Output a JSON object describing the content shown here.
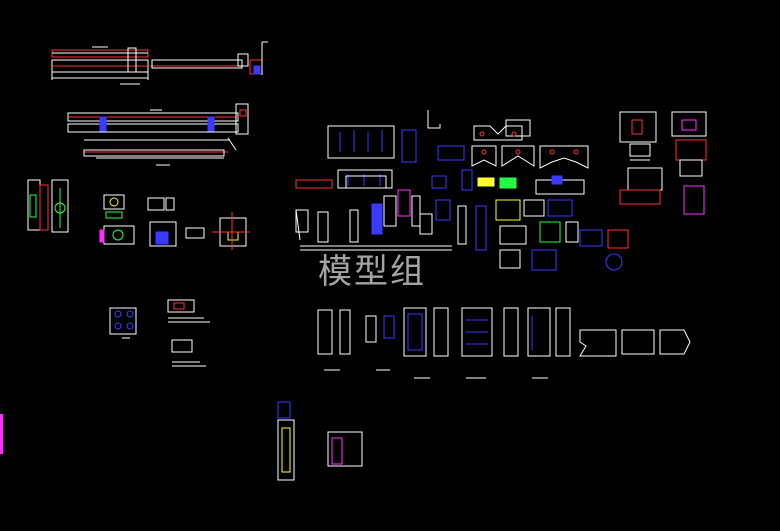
{
  "watermark": "模型组",
  "colors": {
    "background": "#000000",
    "line": "#ffffff",
    "red": "#ff2020",
    "blue": "#3a3aff",
    "magenta": "#ff30ff",
    "yellow": "#ffff30",
    "green": "#20ff40",
    "cyan": "#20ffff"
  },
  "drawing": {
    "groups": [
      "long-rail-elevation-top",
      "long-rail-elevation-middle",
      "side-bracket-section",
      "small-hardware-details-left",
      "hinge-plate-details",
      "parts-sheet-center",
      "hinge-details-right",
      "panel-elevations-bottom",
      "cabinet-corner-detail",
      "magenta-marker-left"
    ]
  }
}
